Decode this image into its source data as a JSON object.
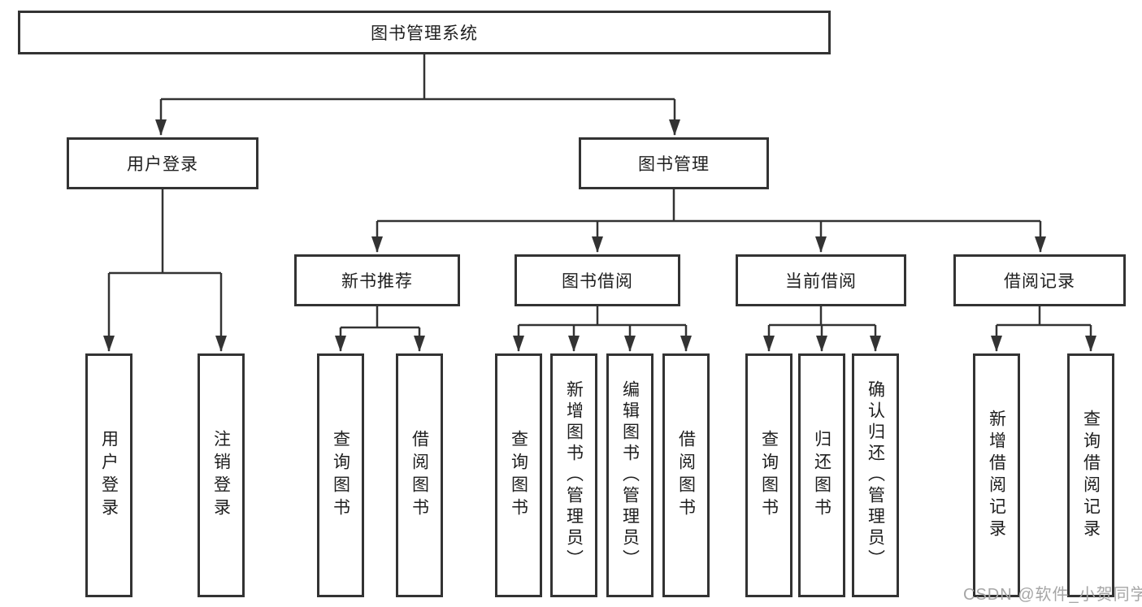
{
  "diagram": {
    "root": {
      "label": "图书管理系统"
    },
    "branches": [
      {
        "label": "用户登录",
        "children": [
          "用户登录",
          "注销登录"
        ]
      },
      {
        "label": "图书管理",
        "sections": [
          {
            "label": "新书推荐",
            "children": [
              "查询图书",
              "借阅图书"
            ]
          },
          {
            "label": "图书借阅",
            "children": [
              "查询图书",
              "新增图书（管理员）",
              "编辑图书（管理员）",
              "借阅图书"
            ]
          },
          {
            "label": "当前借阅",
            "children": [
              "查询图书",
              "归还图书",
              "确认归还（管理员）"
            ]
          },
          {
            "label": "借阅记录",
            "children": [
              "新增借阅记录",
              "查询借阅记录"
            ]
          }
        ]
      }
    ],
    "watermark": "CSDN @软件_小贺同学",
    "colors": {
      "line": "#333333",
      "box_border": "#333333",
      "box_fill": "#ffffff",
      "text": "#1e1e1e",
      "watermark": "#a6a6a6"
    }
  }
}
